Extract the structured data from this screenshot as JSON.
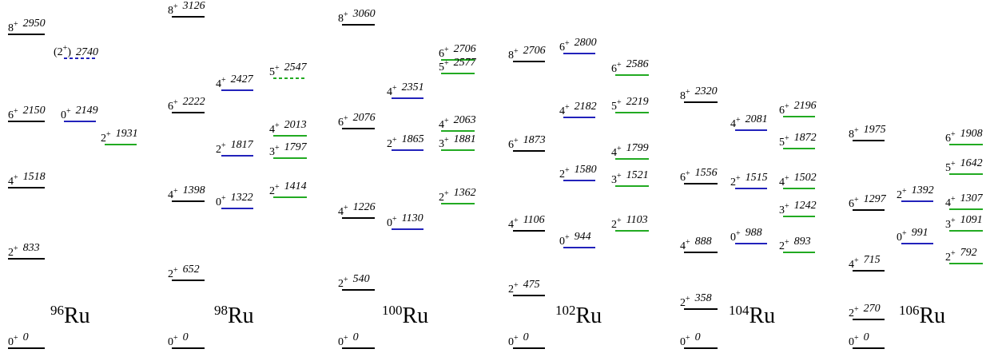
{
  "colors": {
    "ground_band": "#000000",
    "gamma_band": "#2222bb",
    "second_band": "#22aa22"
  },
  "nuclei": [
    {
      "mass": "96",
      "element": "Ru",
      "levels": [
        {
          "spin": "8",
          "parity": "+",
          "energy": "2950",
          "band": "ground"
        },
        {
          "spin": "(2",
          "parity": "+",
          "close": ")",
          "energy": "2740",
          "band": "gamma",
          "tentative": true
        },
        {
          "spin": "6",
          "parity": "+",
          "energy": "2150",
          "band": "ground"
        },
        {
          "spin": "0",
          "parity": "+",
          "energy": "2149",
          "band": "gamma"
        },
        {
          "spin": "2",
          "parity": "+",
          "energy": "1931",
          "band": "second"
        },
        {
          "spin": "4",
          "parity": "+",
          "energy": "1518",
          "band": "ground"
        },
        {
          "spin": "2",
          "parity": "+",
          "energy": "833",
          "band": "ground"
        },
        {
          "spin": "0",
          "parity": "+",
          "energy": "0",
          "band": "ground"
        }
      ]
    },
    {
      "mass": "98",
      "element": "Ru",
      "levels": [
        {
          "spin": "8",
          "parity": "+",
          "energy": "3126",
          "band": "ground"
        },
        {
          "spin": "4",
          "parity": "+",
          "energy": "2427",
          "band": "gamma"
        },
        {
          "spin": "5",
          "parity": "+",
          "energy": "2547",
          "band": "second",
          "tentative": true
        },
        {
          "spin": "6",
          "parity": "+",
          "energy": "2222",
          "band": "ground"
        },
        {
          "spin": "4",
          "parity": "+",
          "energy": "2013",
          "band": "second"
        },
        {
          "spin": "2",
          "parity": "+",
          "energy": "1817",
          "band": "gamma"
        },
        {
          "spin": "3",
          "parity": "+",
          "energy": "1797",
          "band": "second"
        },
        {
          "spin": "4",
          "parity": "+",
          "energy": "1398",
          "band": "ground"
        },
        {
          "spin": "0",
          "parity": "+",
          "energy": "1322",
          "band": "gamma"
        },
        {
          "spin": "2",
          "parity": "+",
          "energy": "1414",
          "band": "second"
        },
        {
          "spin": "2",
          "parity": "+",
          "energy": "652",
          "band": "ground"
        },
        {
          "spin": "0",
          "parity": "+",
          "energy": "0",
          "band": "ground"
        }
      ]
    },
    {
      "mass": "100",
      "element": "Ru",
      "levels": [
        {
          "spin": "8",
          "parity": "+",
          "energy": "3060",
          "band": "ground"
        },
        {
          "spin": "6",
          "parity": "+",
          "energy": "2706",
          "band": "second"
        },
        {
          "spin": "5",
          "parity": "+",
          "energy": "2577",
          "band": "second"
        },
        {
          "spin": "4",
          "parity": "+",
          "energy": "2351",
          "band": "gamma"
        },
        {
          "spin": "6",
          "parity": "+",
          "energy": "2076",
          "band": "ground"
        },
        {
          "spin": "4",
          "parity": "+",
          "energy": "2063",
          "band": "second"
        },
        {
          "spin": "2",
          "parity": "+",
          "energy": "1865",
          "band": "gamma"
        },
        {
          "spin": "3",
          "parity": "+",
          "energy": "1881",
          "band": "second"
        },
        {
          "spin": "2",
          "parity": "+",
          "energy": "1362",
          "band": "second"
        },
        {
          "spin": "4",
          "parity": "+",
          "energy": "1226",
          "band": "ground"
        },
        {
          "spin": "0",
          "parity": "+",
          "energy": "1130",
          "band": "gamma"
        },
        {
          "spin": "2",
          "parity": "+",
          "energy": "540",
          "band": "ground"
        },
        {
          "spin": "0",
          "parity": "+",
          "energy": "0",
          "band": "ground"
        }
      ]
    },
    {
      "mass": "102",
      "element": "Ru",
      "levels": [
        {
          "spin": "8",
          "parity": "+",
          "energy": "2706",
          "band": "ground"
        },
        {
          "spin": "6",
          "parity": "+",
          "energy": "2800",
          "band": "gamma"
        },
        {
          "spin": "6",
          "parity": "+",
          "energy": "2586",
          "band": "second"
        },
        {
          "spin": "4",
          "parity": "+",
          "energy": "2182",
          "band": "gamma"
        },
        {
          "spin": "5",
          "parity": "+",
          "energy": "2219",
          "band": "second"
        },
        {
          "spin": "6",
          "parity": "+",
          "energy": "1873",
          "band": "ground"
        },
        {
          "spin": "4",
          "parity": "+",
          "energy": "1799",
          "band": "second"
        },
        {
          "spin": "2",
          "parity": "+",
          "energy": "1580",
          "band": "gamma"
        },
        {
          "spin": "3",
          "parity": "+",
          "energy": "1521",
          "band": "second"
        },
        {
          "spin": "4",
          "parity": "+",
          "energy": "1106",
          "band": "ground"
        },
        {
          "spin": "2",
          "parity": "+",
          "energy": "1103",
          "band": "second"
        },
        {
          "spin": "0",
          "parity": "+",
          "energy": "944",
          "band": "gamma"
        },
        {
          "spin": "2",
          "parity": "+",
          "energy": "475",
          "band": "ground"
        },
        {
          "spin": "0",
          "parity": "+",
          "energy": "0",
          "band": "ground"
        }
      ]
    },
    {
      "mass": "104",
      "element": "Ru",
      "levels": [
        {
          "spin": "8",
          "parity": "+",
          "energy": "2320",
          "band": "ground"
        },
        {
          "spin": "4",
          "parity": "+",
          "energy": "2081",
          "band": "gamma"
        },
        {
          "spin": "6",
          "parity": "+",
          "energy": "2196",
          "band": "second"
        },
        {
          "spin": "5",
          "parity": "+",
          "energy": "1872",
          "band": "second"
        },
        {
          "spin": "6",
          "parity": "+",
          "energy": "1556",
          "band": "ground"
        },
        {
          "spin": "2",
          "parity": "+",
          "energy": "1515",
          "band": "gamma"
        },
        {
          "spin": "4",
          "parity": "+",
          "energy": "1502",
          "band": "second"
        },
        {
          "spin": "3",
          "parity": "+",
          "energy": "1242",
          "band": "second"
        },
        {
          "spin": "0",
          "parity": "+",
          "energy": "988",
          "band": "gamma"
        },
        {
          "spin": "4",
          "parity": "+",
          "energy": "888",
          "band": "ground"
        },
        {
          "spin": "2",
          "parity": "+",
          "energy": "893",
          "band": "second"
        },
        {
          "spin": "2",
          "parity": "+",
          "energy": "358",
          "band": "ground"
        },
        {
          "spin": "0",
          "parity": "+",
          "energy": "0",
          "band": "ground"
        }
      ]
    },
    {
      "mass": "106",
      "element": "Ru",
      "levels": [
        {
          "spin": "8",
          "parity": "+",
          "energy": "1975",
          "band": "ground"
        },
        {
          "spin": "6",
          "parity": "+",
          "energy": "1908",
          "band": "second"
        },
        {
          "spin": "5",
          "parity": "+",
          "energy": "1642",
          "band": "second"
        },
        {
          "spin": "6",
          "parity": "+",
          "energy": "1297",
          "band": "ground"
        },
        {
          "spin": "2",
          "parity": "+",
          "energy": "1392",
          "band": "gamma"
        },
        {
          "spin": "4",
          "parity": "+",
          "energy": "1307",
          "band": "second"
        },
        {
          "spin": "3",
          "parity": "+",
          "energy": "1091",
          "band": "second"
        },
        {
          "spin": "0",
          "parity": "+",
          "energy": "991",
          "band": "gamma"
        },
        {
          "spin": "2",
          "parity": "+",
          "energy": "792",
          "band": "second"
        },
        {
          "spin": "4",
          "parity": "+",
          "energy": "715",
          "band": "ground"
        },
        {
          "spin": "2",
          "parity": "+",
          "energy": "270",
          "band": "ground"
        },
        {
          "spin": "0",
          "parity": "+",
          "energy": "0",
          "band": "ground"
        }
      ]
    }
  ]
}
